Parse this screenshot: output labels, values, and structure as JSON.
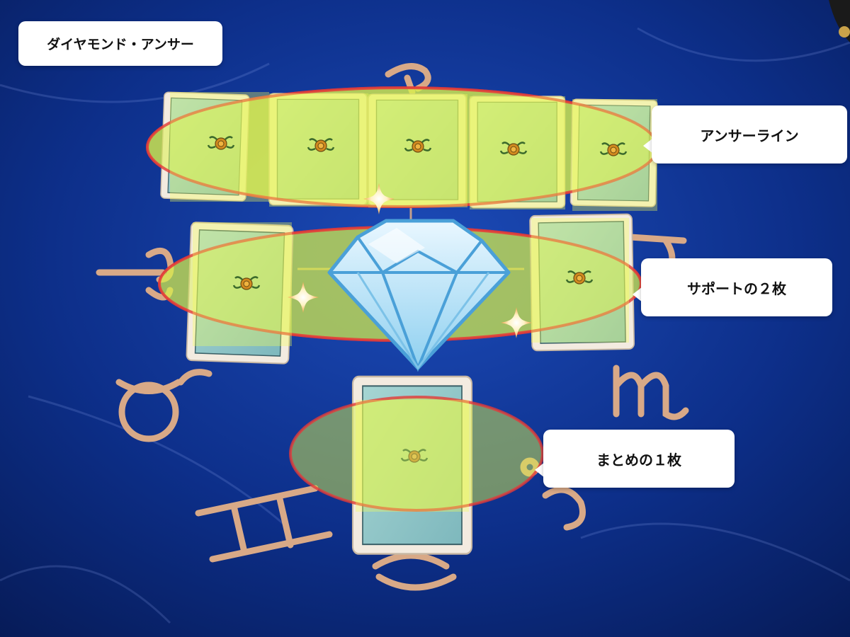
{
  "labels": {
    "title": "ダイヤモンド・アンサー",
    "answer_line": "アンサーライン",
    "support": "サポートの２枚",
    "summary": "まとめの１枚"
  },
  "colors": {
    "cloth": "#0b2a7a",
    "embroidery": "#d8a987",
    "highlight_fill": "#d8f04a",
    "highlight_stroke": "#e23a3a",
    "card_border": "#f2e9de",
    "card_face": "#8fc7c7",
    "diamond": "#bfe6f7"
  },
  "icons": {
    "card_center": "rose-icon",
    "center_gem": "diamond-icon",
    "sparkle": "sparkle-icon"
  }
}
